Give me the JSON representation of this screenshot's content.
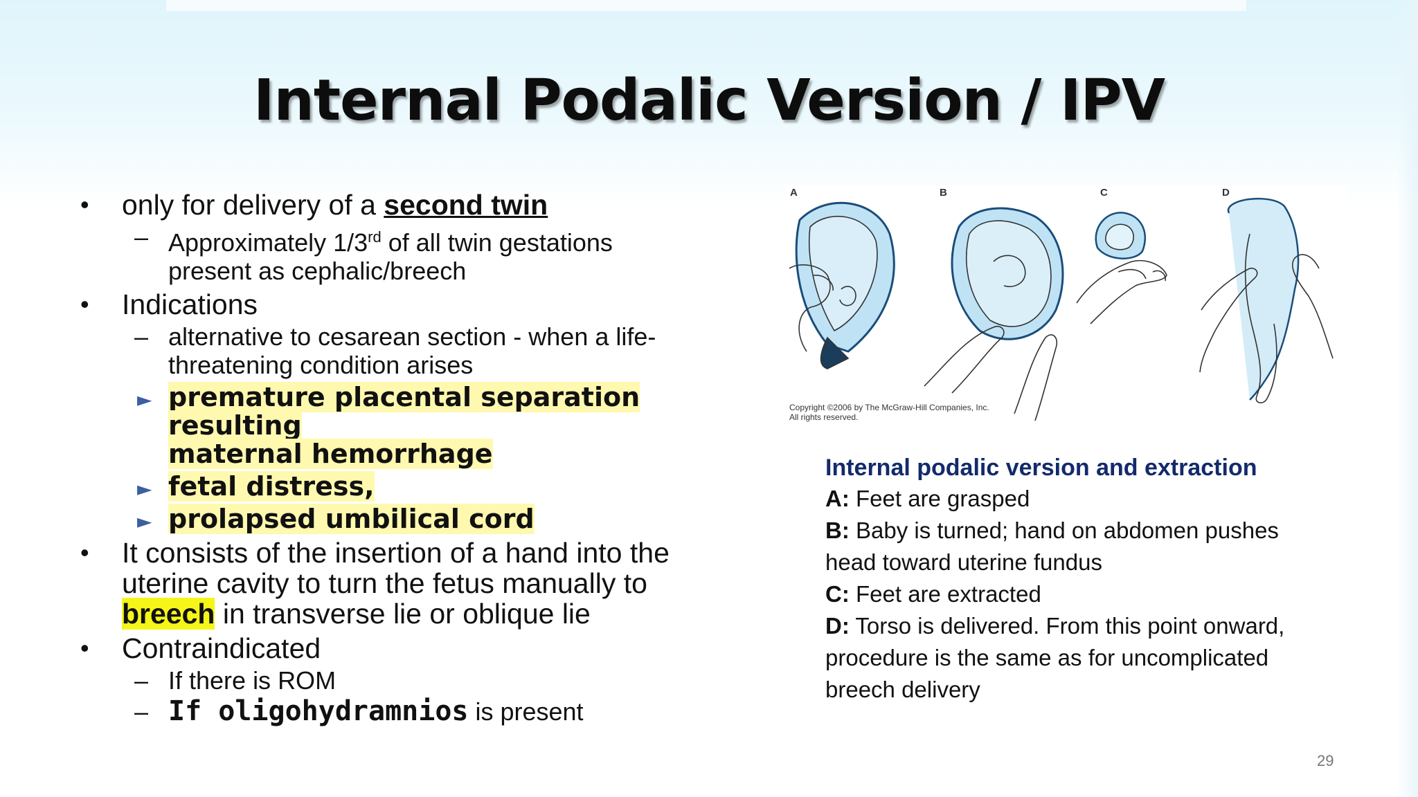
{
  "slide": {
    "title": "Internal Podalic Version / IPV",
    "page_number": "29"
  },
  "bullets": {
    "b1_text": "only for delivery of a ",
    "b1_emph": "second twin",
    "b1_sub1_pre": "Approximately 1/3",
    "b1_sub1_sup": "rd",
    "b1_sub1_post": "  of all twin gestations",
    "b1_sub1_line2": "present as cephalic/breech",
    "b2_text": "Indications",
    "b2_sub1_line1": "alternative to cesarean section - when a life-",
    "b2_sub1_line2": "threatening condition arises",
    "b2_arrow1_line1": "premature placental separation resulting",
    "b2_arrow1_line2": "maternal hemorrhage",
    "b2_arrow2": "fetal distress,",
    "b2_arrow3": "prolapsed umbilical cord",
    "b3_line1": "It consists of the insertion of a hand into the",
    "b3_line2": "uterine cavity to turn the fetus manually to",
    "b3_emph": "breech",
    "b3_line3_rest": " in transverse lie or oblique lie",
    "b4_text": "Contraindicated",
    "b4_sub1": "If there is ROM",
    "b4_sub2_emph": "If oligohydramnios",
    "b4_sub2_rest": " is present"
  },
  "figure": {
    "panel_labels": [
      "A",
      "B",
      "C",
      "D"
    ],
    "copyright_line1": "Copyright ©2006 by The McGraw-Hill Companies, Inc.",
    "copyright_line2": "All rights reserved."
  },
  "caption": {
    "title": "Internal podalic version and extraction",
    "a_label": "A:",
    "a_text": " Feet are grasped",
    "b_label": "B:",
    "b_text": " Baby is turned; hand on abdomen pushes",
    "b_text2": "head toward uterine fundus",
    "c_label": "C:",
    "c_text": " Feet are extracted",
    "d_label": "D:",
    "d_text": " Torso is delivered. From this point onward,",
    "d_text2": "procedure is the same as for uncomplicated",
    "d_text3": "breech delivery"
  },
  "colors": {
    "title": "#0d0d0d",
    "caption_title": "#132a6b",
    "highlight": "#f5f51a",
    "fluid_blue": "#6fc3ea"
  }
}
